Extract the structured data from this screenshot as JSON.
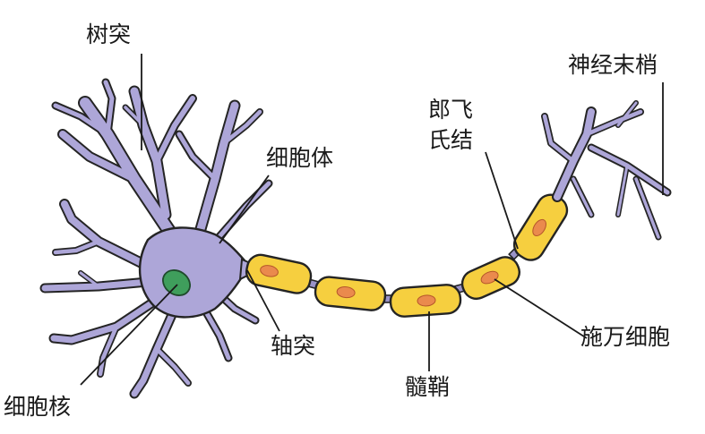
{
  "labels": {
    "dendrite": "树突",
    "cell_body": "细胞体",
    "nucleus": "细胞核",
    "axon": "轴突",
    "node_of_ranvier_line1": "郎飞",
    "node_of_ranvier_line2": "氏结",
    "axon_terminal": "神经末梢",
    "schwann_cell": "施万细胞",
    "myelin_sheath": "髓鞘"
  },
  "colors": {
    "neuron": "#ada6d8",
    "outline": "#242424",
    "nucleus": "#3f9e5c",
    "myelin": "#f6cf3f",
    "schwann_nucleus": "#ea8a4d"
  }
}
